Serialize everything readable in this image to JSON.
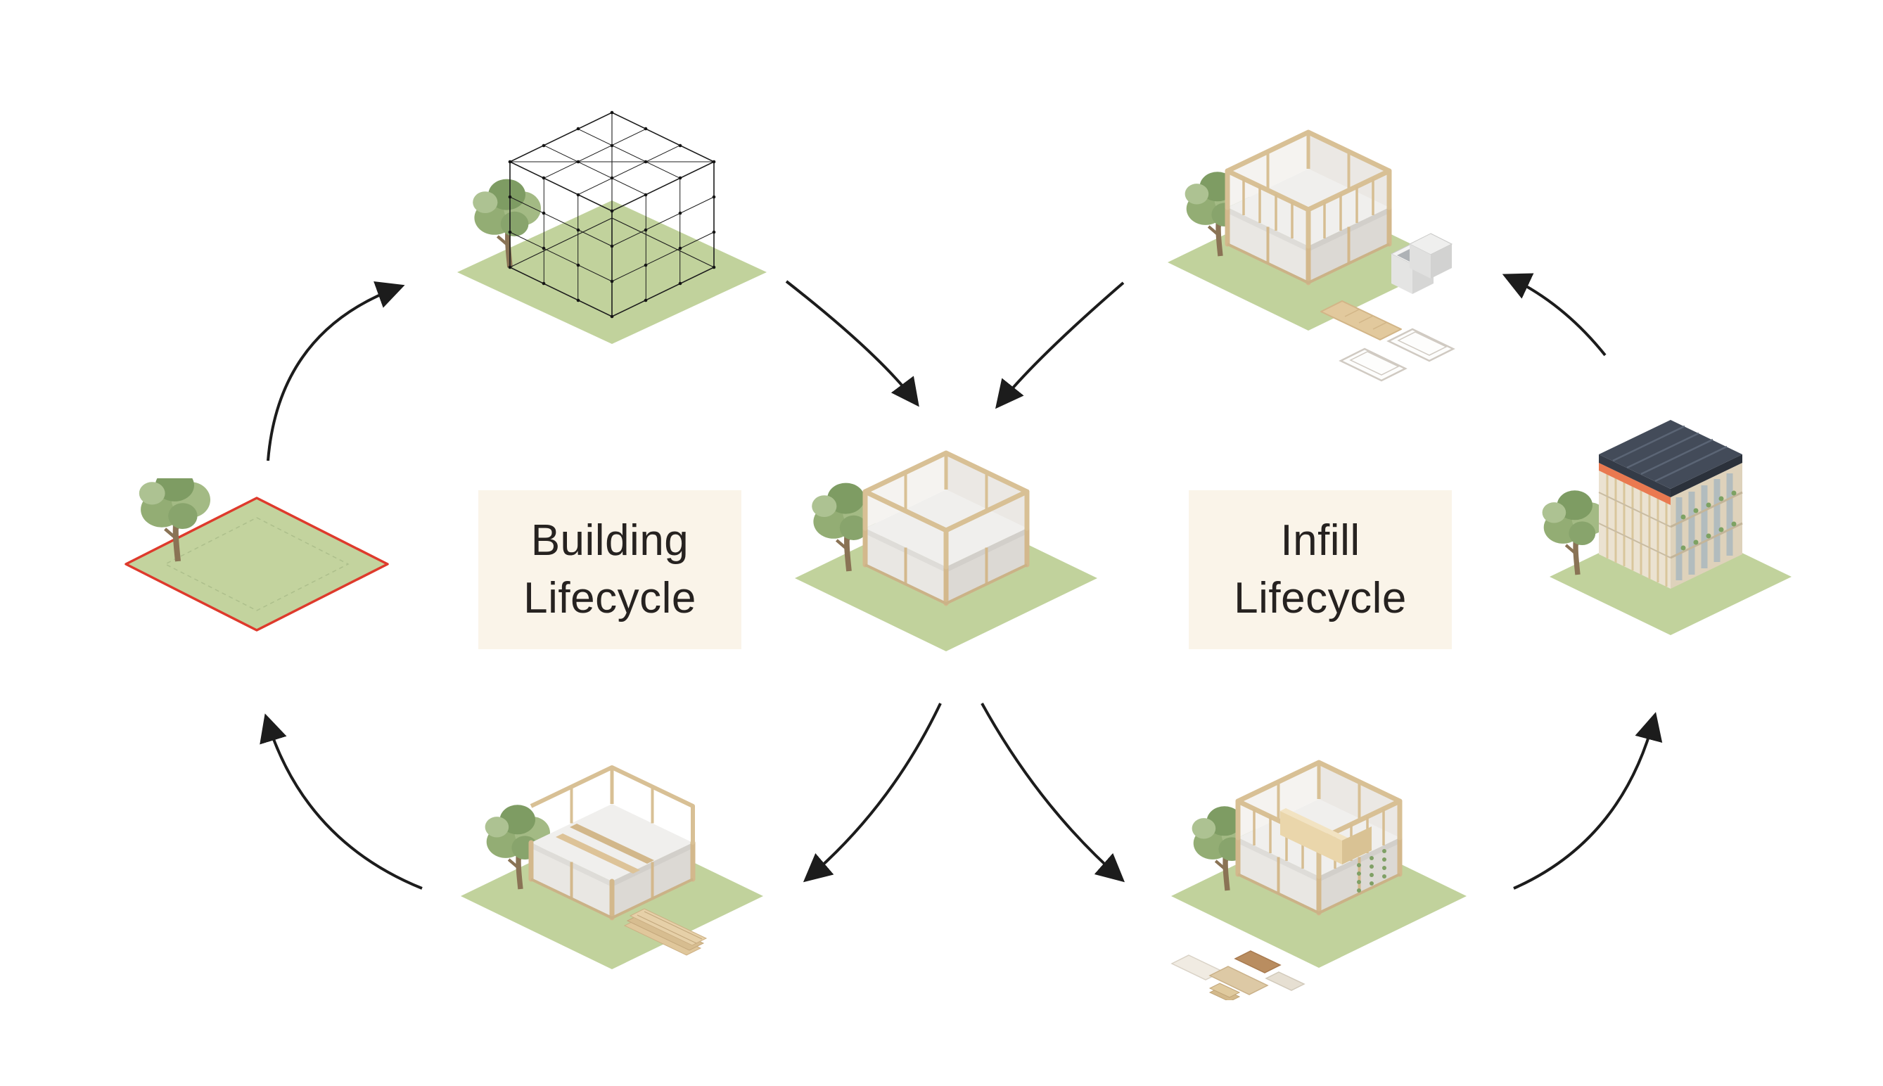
{
  "labels": {
    "building_lifecycle": {
      "line1": "Building",
      "line2": "Lifecycle"
    },
    "infill_lifecycle": {
      "line1": "Infill",
      "line2": "Lifecycle"
    }
  },
  "colors": {
    "background": "#ffffff",
    "label_box": "#faf4e9",
    "label_text": "#262220",
    "arrow": "#1c1c1c",
    "plot_green": "#c1d29c",
    "site_outline_red": "#de3a2c",
    "timber_frame": "#d8c095",
    "slab_gray": "#f0efed",
    "roof_dark": "#434b59",
    "accent_orange": "#ea7950",
    "tree_green": "#7e9c63"
  },
  "diagram": {
    "cycles": [
      {
        "id": "building-lifecycle",
        "label": "Building Lifecycle",
        "node_ids": [
          "site-plot",
          "massing-grid",
          "structural-frame",
          "frame-under-construction"
        ]
      },
      {
        "id": "infill-lifecycle",
        "label": "Infill Lifecycle",
        "node_ids": [
          "structural-frame",
          "interior-fitout",
          "completed-building",
          "infill-components"
        ]
      }
    ],
    "nodes": [
      {
        "id": "site-plot",
        "icon": "site-plot-illustration"
      },
      {
        "id": "massing-grid",
        "icon": "wireframe-massing-illustration"
      },
      {
        "id": "structural-frame",
        "icon": "timber-frame-illustration"
      },
      {
        "id": "frame-under-construction",
        "icon": "construction-materials-illustration"
      },
      {
        "id": "infill-components",
        "icon": "infill-modules-illustration"
      },
      {
        "id": "interior-fitout",
        "icon": "interior-fitout-illustration"
      },
      {
        "id": "completed-building",
        "icon": "completed-building-illustration"
      }
    ],
    "edges": [
      {
        "from": "site-plot",
        "to": "massing-grid"
      },
      {
        "from": "massing-grid",
        "to": "structural-frame"
      },
      {
        "from": "structural-frame",
        "to": "frame-under-construction"
      },
      {
        "from": "frame-under-construction",
        "to": "site-plot"
      },
      {
        "from": "structural-frame",
        "to": "interior-fitout"
      },
      {
        "from": "interior-fitout",
        "to": "completed-building"
      },
      {
        "from": "completed-building",
        "to": "infill-components"
      },
      {
        "from": "infill-components",
        "to": "structural-frame"
      }
    ]
  }
}
